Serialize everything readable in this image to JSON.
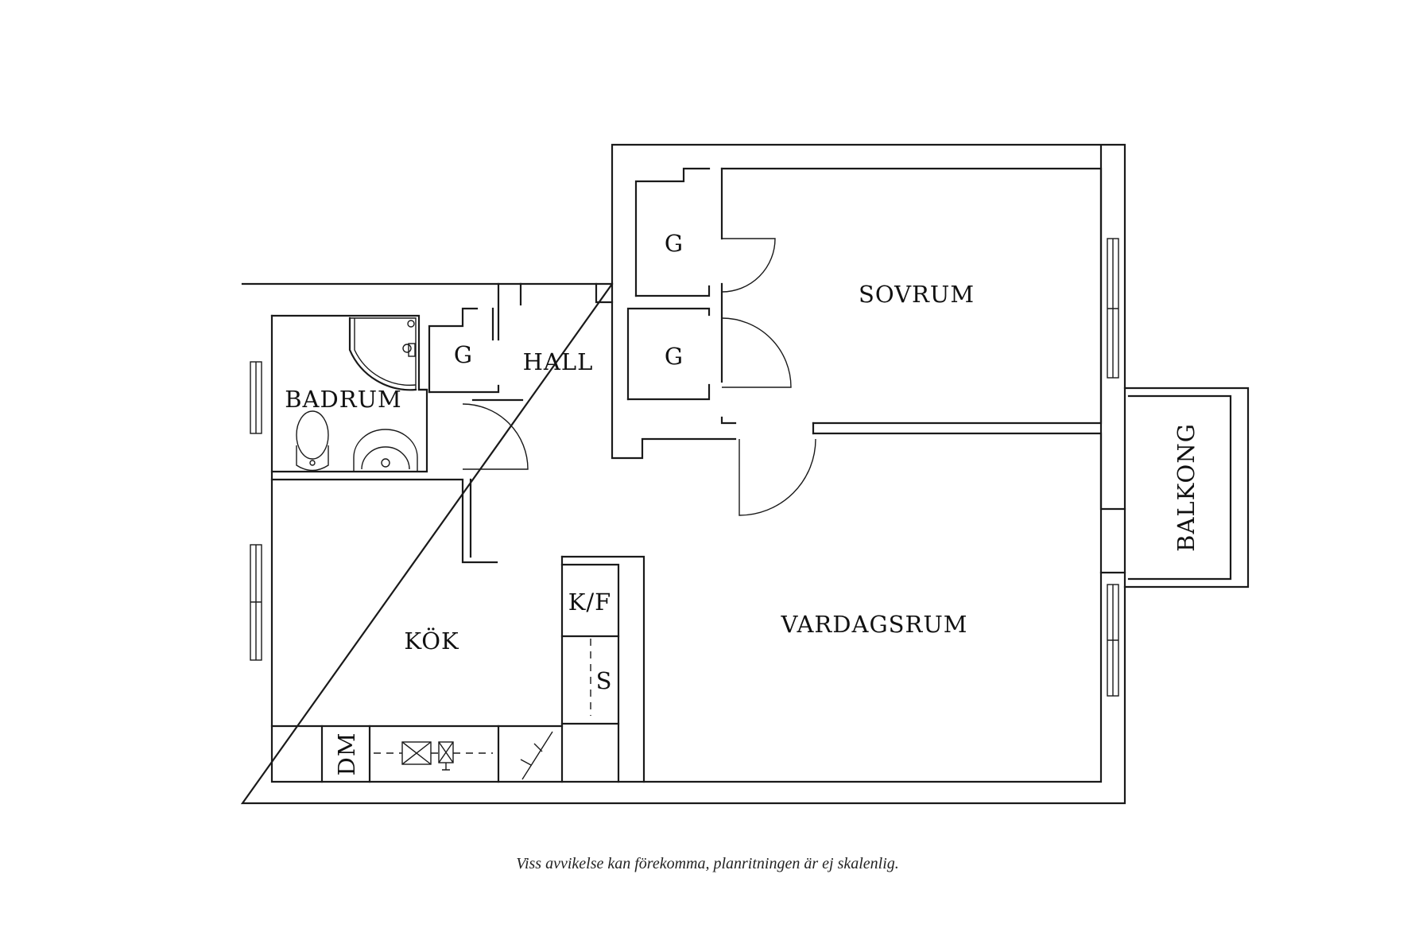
{
  "rooms": {
    "sovrum": "SOVRUM",
    "badrum": "BADRUM",
    "hall": "HALL",
    "kok": "KÖK",
    "vardagsrum": "VARDAGSRUM",
    "balkong": "BALKONG",
    "closet_label": "G"
  },
  "fixtures": {
    "fridge_freezer": "K/F",
    "cabinet": "S",
    "dishwasher": "DM"
  },
  "icons": [
    "toilet-icon",
    "sink-icon",
    "shower-icon",
    "stove-icon",
    "faucet-icon"
  ],
  "note": "Viss avvikelse kan förekomma, planritningen är ej skalenlig."
}
